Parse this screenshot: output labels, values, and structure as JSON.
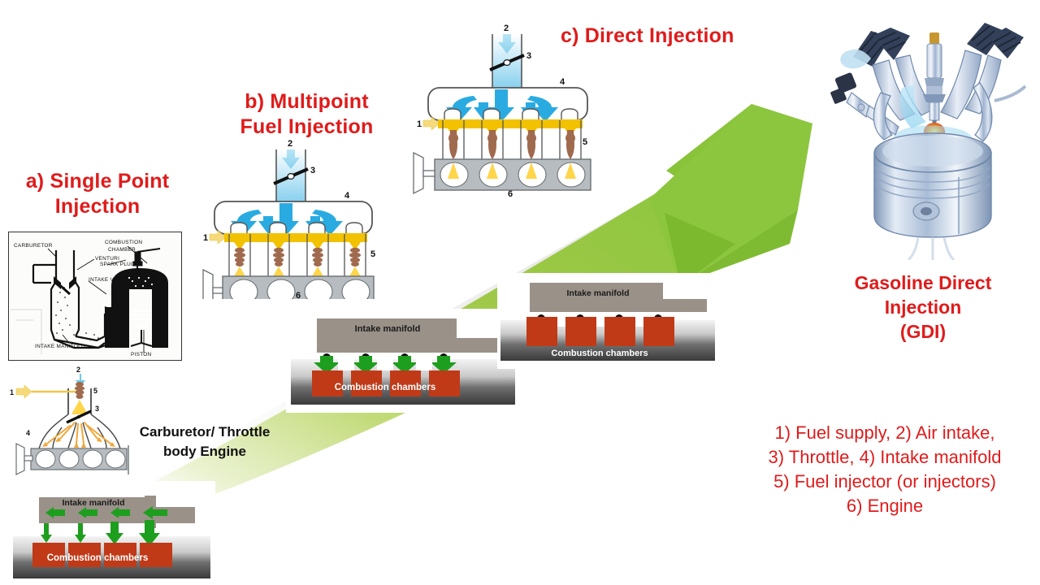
{
  "slide": {
    "background_color": "#ffffff",
    "accent_red": "#E01B1B",
    "accent_green": "#8CC63E",
    "accent_green_dark": "#6FA32A",
    "accent_blue": "#29ABE2",
    "accent_yellow": "#F2C200",
    "chamber_red": "#C03A18",
    "manifold_gray": "#9A9189"
  },
  "titles": {
    "a": "a) Single Point\nInjection",
    "a_line1": "a) Single Point",
    "a_line2": "Injection",
    "b_line1": "b) Multipoint",
    "b_line2": "Fuel Injection",
    "c": "c) Direct Injection",
    "gdi_line1": "Gasoline Direct",
    "gdi_line2": "Injection",
    "gdi_line3": "(GDI)"
  },
  "captions": {
    "carburetor_line1": "Carburetor/ Throttle",
    "carburetor_line2": "body Engine"
  },
  "legend": {
    "line1": "1) Fuel supply, 2) Air intake,",
    "line2": "3) Throttle, 4) Intake manifold",
    "line3": "5) Fuel injector (or injectors)",
    "line4": "6) Engine"
  },
  "carburetor_diagram": {
    "labels": {
      "carburetor": "CARBURETOR",
      "venturi": "VENTURI",
      "intake_valve": "INTAKE VALVE",
      "combustion_chamber_line1": "COMBUSTION",
      "combustion_chamber_line2": "CHAMBER",
      "spark_plug": "SPARK PLUG",
      "intake_manifold": "INTAKE MANIFOLD",
      "piston": "PISTON"
    }
  },
  "engine_diagrams": {
    "single_point": {
      "callouts": [
        "1",
        "2",
        "3",
        "4",
        "5"
      ],
      "cylinder_count": 4
    },
    "multipoint": {
      "callouts": [
        "1",
        "2",
        "3",
        "4",
        "5",
        "6"
      ],
      "cylinder_count": 4
    },
    "direct": {
      "callouts": [
        "1",
        "2",
        "3",
        "4",
        "5",
        "6"
      ],
      "cylinder_count": 4
    }
  },
  "manifold_panels": [
    {
      "id": "single-point",
      "manifold_label": "Intake manifold",
      "chambers_label": "Combustion chambers",
      "chamber_count": 4,
      "flow": "horizontal-then-down",
      "injector_dots": false
    },
    {
      "id": "multipoint",
      "manifold_label": "Intake manifold",
      "chambers_label": "Combustion chambers",
      "chamber_count": 4,
      "flow": "down-into-ports",
      "injector_dots": true
    },
    {
      "id": "direct",
      "manifold_label": "Intake manifold",
      "chambers_label": "Combustion chambers",
      "chamber_count": 4,
      "flow": "down-into-chambers",
      "injector_dots": true
    }
  ]
}
